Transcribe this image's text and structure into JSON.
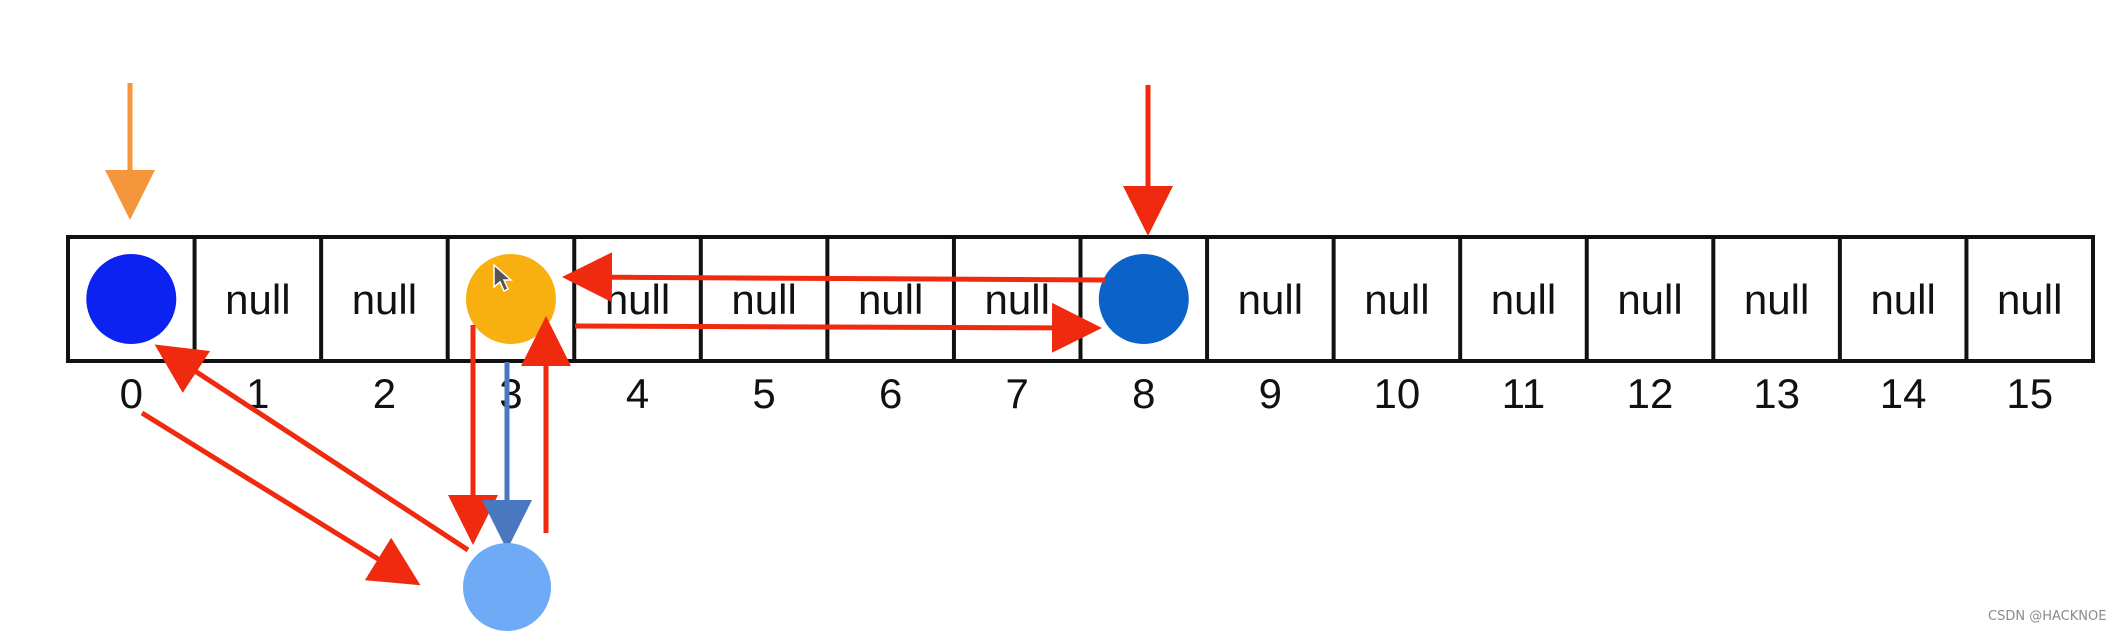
{
  "array": {
    "indices": [
      "0",
      "1",
      "2",
      "3",
      "4",
      "5",
      "6",
      "7",
      "8",
      "9",
      "10",
      "11",
      "12",
      "13",
      "14",
      "15"
    ],
    "cells": [
      {
        "index": "0",
        "content": "node",
        "node_color": "#0b22f0"
      },
      {
        "index": "1",
        "content": "null"
      },
      {
        "index": "2",
        "content": "null"
      },
      {
        "index": "3",
        "content": "node",
        "node_color": "#f7b010"
      },
      {
        "index": "4",
        "content": "null"
      },
      {
        "index": "5",
        "content": "null"
      },
      {
        "index": "6",
        "content": "null"
      },
      {
        "index": "7",
        "content": "null"
      },
      {
        "index": "8",
        "content": "node",
        "node_color": "#0b62c8"
      },
      {
        "index": "9",
        "content": "null"
      },
      {
        "index": "10",
        "content": "null"
      },
      {
        "index": "11",
        "content": "null"
      },
      {
        "index": "12",
        "content": "null"
      },
      {
        "index": "13",
        "content": "null"
      },
      {
        "index": "14",
        "content": "null"
      },
      {
        "index": "15",
        "content": "null"
      }
    ]
  },
  "overflow_node": {
    "below_index": "3",
    "color": "#6eaaf5"
  },
  "colors": {
    "arrow_red": "#f02a0e",
    "arrow_orange": "#f5963c",
    "arrow_blue": "#4a78c0",
    "grid": "#111111"
  },
  "icons": [
    "mouse-cursor-icon"
  ],
  "watermark": "CSDN @HACKNOE"
}
